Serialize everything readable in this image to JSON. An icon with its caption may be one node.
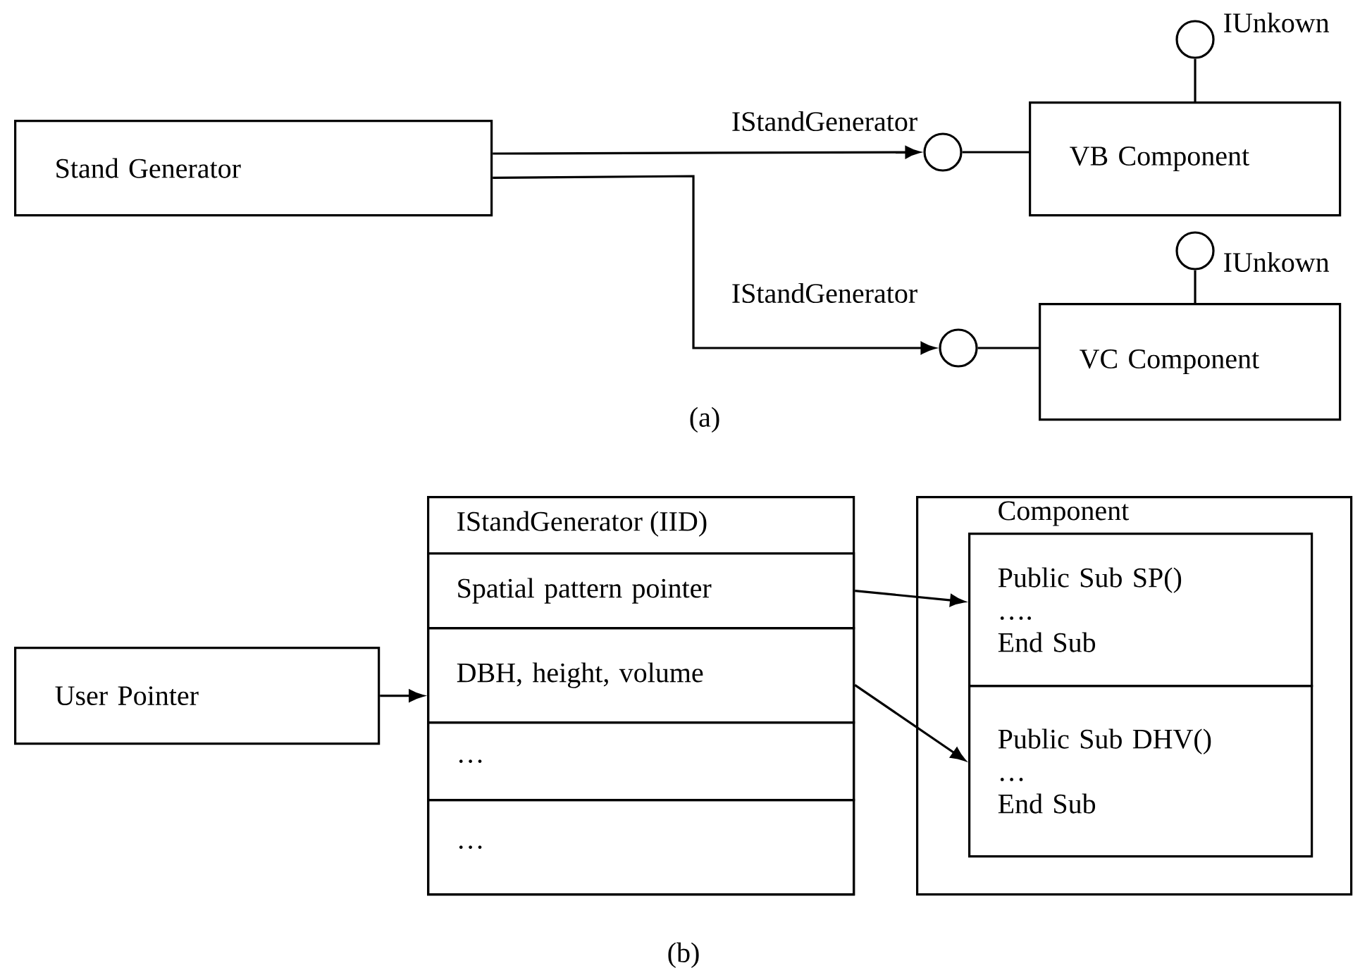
{
  "diagram": {
    "nodes": [
      {
        "text": [],
        "shape": "circle",
        "beside": [
          "IUnkown"
        ]
      },
      {
        "text": [
          "Stand Generator"
        ]
      },
      {
        "text": [],
        "shape": "circle"
      },
      {
        "text": [
          "VB Component"
        ]
      },
      {
        "text": [],
        "shape": "circle",
        "beside": [
          "IUnkown"
        ]
      },
      {
        "text": [],
        "shape": "circle"
      },
      {
        "text": [
          "VC Component"
        ]
      },
      {
        "text": [
          "User Pointer"
        ]
      },
      {
        "text": [
          "IStandGenerator (IID)"
        ]
      },
      {
        "text": [
          "Spatial pattern pointer"
        ],
        "in": 8
      },
      {
        "text": [
          "DBH, height, volume"
        ],
        "in": 8
      },
      {
        "text": [
          "…"
        ],
        "in": 8
      },
      {
        "text": [
          "…"
        ],
        "in": 8
      },
      {
        "text": [
          "Component"
        ]
      },
      {
        "text": [
          "Public Sub SP()",
          "….",
          "End Sub"
        ],
        "in": 13
      },
      {
        "text": [
          "Public Sub DHV()",
          "…",
          "End Sub"
        ],
        "in": 13
      }
    ],
    "edges": [
      {
        "from": 1,
        "to": 2,
        "arrow": "to",
        "label": "IStandGenerator"
      },
      {
        "from": 2,
        "to": 3,
        "arrow": "none"
      },
      {
        "from": 3,
        "to": 0,
        "arrow": "none"
      },
      {
        "from": 1,
        "to": 5,
        "arrow": "to",
        "label": "IStandGenerator"
      },
      {
        "from": 5,
        "to": 6,
        "arrow": "none"
      },
      {
        "from": 6,
        "to": 4,
        "arrow": "none"
      },
      {
        "from": 7,
        "to": 10,
        "arrow": "to"
      },
      {
        "from": 9,
        "to": 14,
        "arrow": "to"
      },
      {
        "from": 10,
        "to": 15,
        "arrow": "to"
      }
    ],
    "labels": [
      "(a)",
      "(b)"
    ]
  }
}
